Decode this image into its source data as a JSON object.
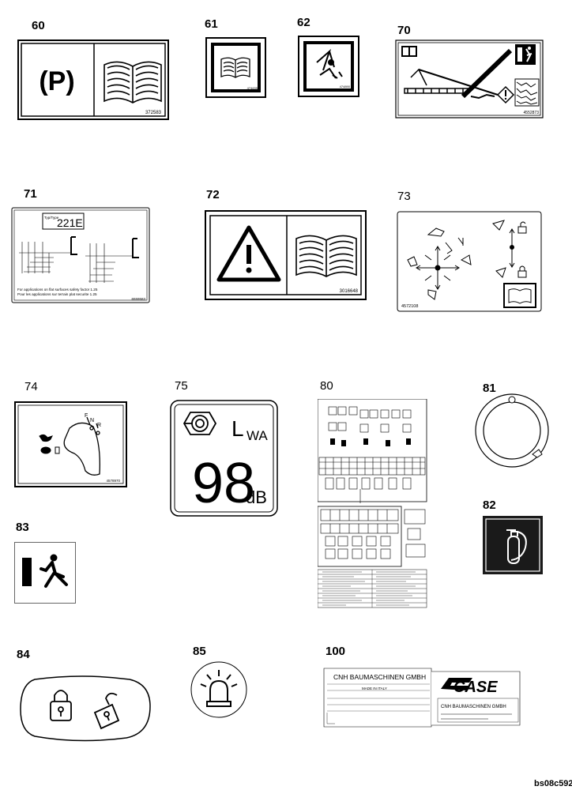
{
  "labels": {
    "l60": "60",
    "l61": "61",
    "l62": "62",
    "l70": "70",
    "l71": "71",
    "l72": "72",
    "l73": "73",
    "l74": "74",
    "l75": "75",
    "l80": "80",
    "l81": "81",
    "l82": "82",
    "l83": "83",
    "l84": "84",
    "l85": "85",
    "l100": "100"
  },
  "decals": {
    "d60_code": "372583",
    "d60_parking": "(P)",
    "d61_code": "474639",
    "d62_code": "474890",
    "d70_code": "4552873",
    "d71_type_label": "Typ/Type",
    "d71_model": "221E",
    "d71_note1": "For applications on flat surfaces safety factor 1.25",
    "d71_note2": "Pour les applications sur terrain plat securite 1.25",
    "d71_code": "6559583",
    "d72_code": "3016648",
    "d73_code": "4572108",
    "d74_code": "4578970",
    "d74_f": "F",
    "d74_n": "N",
    "d74_r": "R",
    "d75_lwa_l": "L",
    "d75_lwa_sub": "WA",
    "d75_value": "98",
    "d75_unit": "dB",
    "d100_company": "CNH BAUMASCHINEN GMBH",
    "d100_made": "MADE IN ITALY",
    "d100_brand": "CASE",
    "d100_company2": "CNH BAUMASCHINEN GMBH"
  },
  "footer": {
    "code": "bs08c592"
  },
  "colors": {
    "ink": "#000000",
    "paper": "#ffffff",
    "dark_decal": "#1a1a1a"
  }
}
